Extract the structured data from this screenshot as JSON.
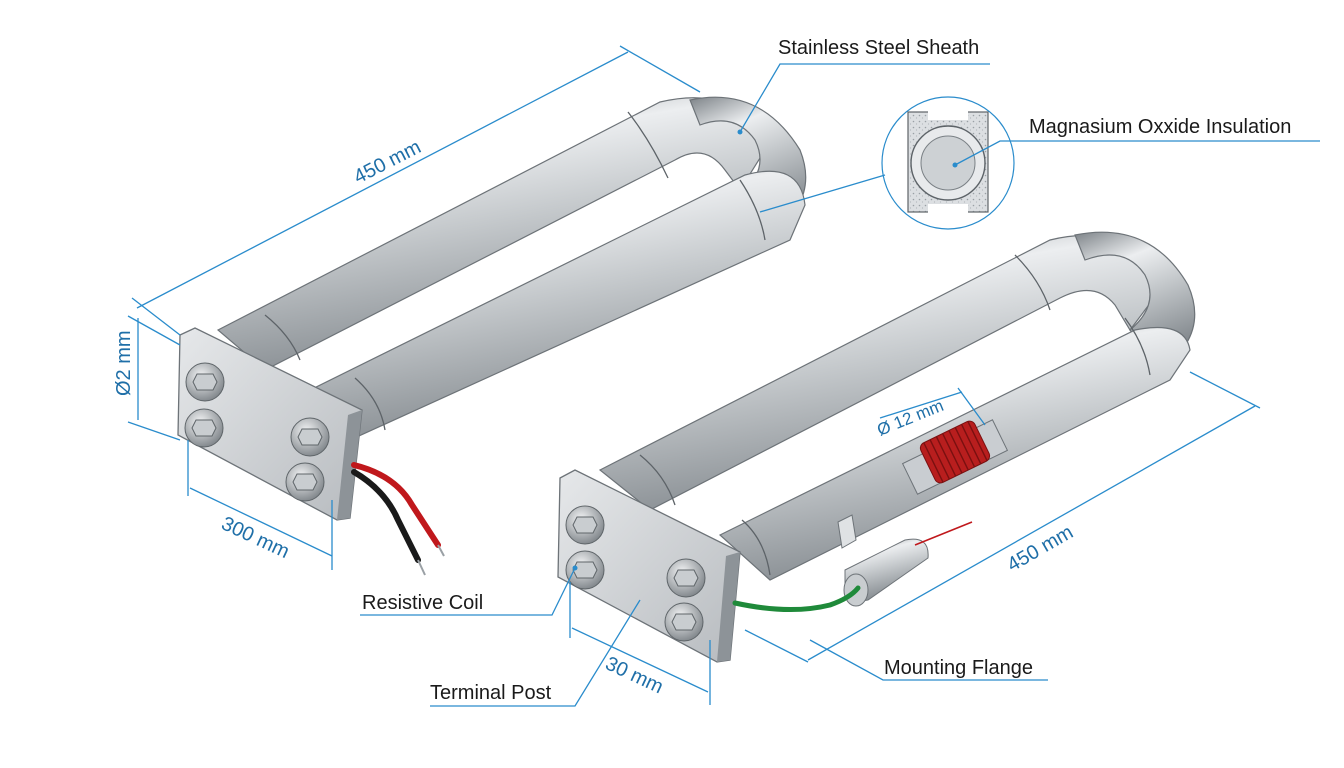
{
  "labels": {
    "sheath": "Stainless Steel Sheath",
    "insulation": "Magnasium Oxxide Insulation",
    "coil": "Resistive Coil",
    "terminal": "Terminal Post",
    "flange": "Mounting Flange"
  },
  "dimensions": {
    "left_length": "450 mm",
    "left_diameter": "Ø2 mm",
    "left_width": "300 mm",
    "right_diameter": "Ø 12 mm",
    "right_length": "450 mm",
    "right_width": "30 mm"
  },
  "colors": {
    "dimension": "#2a8ccc",
    "steel_light": "#eef0f2",
    "steel_dark": "#8c9297",
    "coil": "#b81e1e",
    "wire_red": "#c0181c",
    "wire_black": "#1a1a1a",
    "wire_green": "#1f8a3a"
  }
}
